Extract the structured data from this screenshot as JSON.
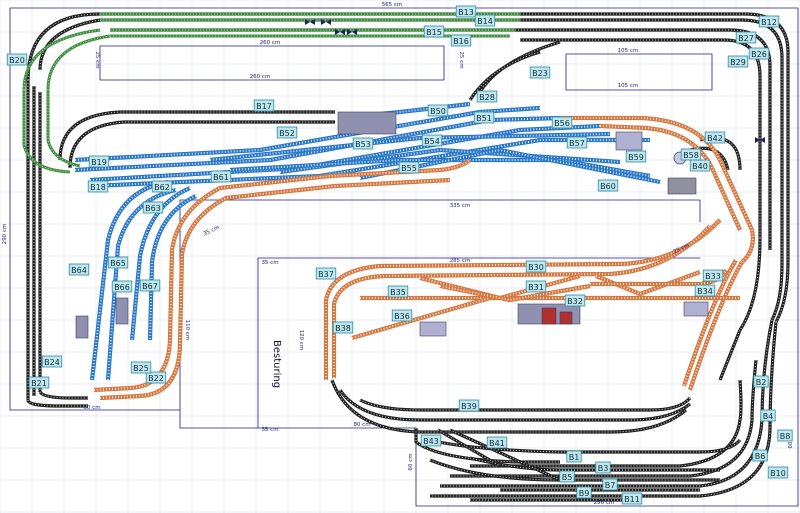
{
  "title_block": {
    "control_label": "Besturing"
  },
  "colors": {
    "grid": "#dfe4f4",
    "outline": "#1c1c8c",
    "track_black": "#222222",
    "track_green": "#3f8f3f",
    "track_blue": "#2a78c8",
    "track_orange": "#d6773f",
    "label_fill": "#bfe6ec",
    "label_stroke": "#2a8aa0",
    "building_red": "#b03030",
    "building_gray": "#9090b0"
  },
  "icons": [
    "signal-icon",
    "turntable-icon",
    "building-icon"
  ],
  "dimensions": [
    {
      "id": "d-top",
      "text": "565 cm"
    },
    {
      "id": "d-260a",
      "text": "260 cm"
    },
    {
      "id": "d-260b",
      "text": "260 cm"
    },
    {
      "id": "d-25a",
      "text": "25 cm"
    },
    {
      "id": "d-25b",
      "text": "25 cm"
    },
    {
      "id": "d-105a",
      "text": "105 cm"
    },
    {
      "id": "d-105b",
      "text": "105 cm"
    },
    {
      "id": "d-290",
      "text": "290 cm"
    },
    {
      "id": "d-335",
      "text": "335 cm"
    },
    {
      "id": "d-35a",
      "text": "35 cm"
    },
    {
      "id": "d-35b",
      "text": "35 cm"
    },
    {
      "id": "d-35c",
      "text": "35 cm"
    },
    {
      "id": "d-110",
      "text": "110 cm"
    },
    {
      "id": "d-120",
      "text": "120 cm"
    },
    {
      "id": "d-285",
      "text": "285 cm"
    },
    {
      "id": "d-80",
      "text": "80 cm"
    },
    {
      "id": "d-60a",
      "text": "60 cm"
    },
    {
      "id": "d-60b",
      "text": "60 cm"
    },
    {
      "id": "d-25c",
      "text": "25 cm"
    },
    {
      "id": "d-250",
      "text": "250 cm"
    },
    {
      "id": "d-50",
      "text": "50 cm"
    }
  ],
  "block_labels": [
    "B1",
    "B2",
    "B3",
    "B4",
    "B5",
    "B6",
    "B7",
    "B8",
    "B9",
    "B10",
    "B11",
    "B12",
    "B13",
    "B14",
    "B15",
    "B16",
    "B17",
    "B18",
    "B19",
    "B20",
    "B21",
    "B22",
    "B23",
    "B24",
    "B25",
    "B26",
    "B27",
    "B28",
    "B29",
    "B30",
    "B31",
    "B32",
    "B33",
    "B34",
    "B35",
    "B36",
    "B37",
    "B38",
    "B39",
    "B40",
    "B41",
    "B42",
    "B43",
    "B50",
    "B51",
    "B52",
    "B53",
    "B54",
    "B55",
    "B56",
    "B57",
    "B58",
    "B59",
    "B60",
    "B61",
    "B62",
    "B63",
    "B64",
    "B65",
    "B66",
    "B67"
  ]
}
